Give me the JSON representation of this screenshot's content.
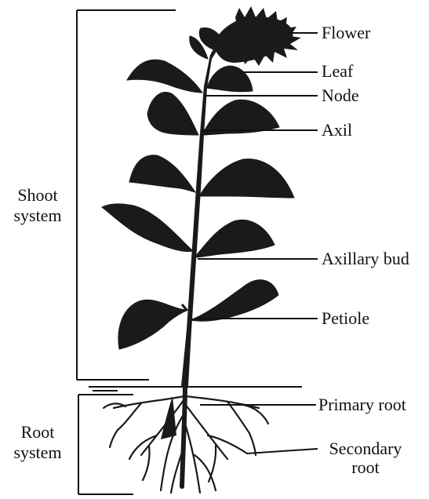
{
  "diagram": {
    "systems": {
      "shoot_line1": "Shoot",
      "shoot_line2": "system",
      "root_line1": "Root",
      "root_line2": "system"
    },
    "labels": {
      "flower": "Flower",
      "leaf": "Leaf",
      "node": "Node",
      "axil": "Axil",
      "axillary_bud": "Axillary bud",
      "petiole": "Petiole",
      "primary_root": "Primary root",
      "secondary_root_line1": "Secondary",
      "secondary_root_line2": "root"
    }
  },
  "colors": {
    "ink": "#111111",
    "plant": "#1a1a1a",
    "background": "#ffffff"
  }
}
